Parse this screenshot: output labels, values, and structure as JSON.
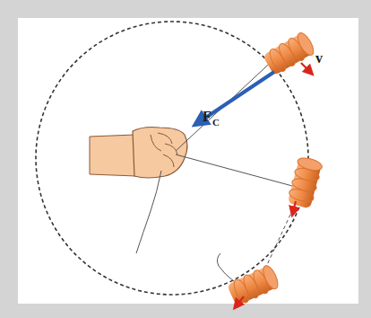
{
  "diagram": {
    "labels": [
      "v",
      "F",
      "C"
    ]
  }
}
